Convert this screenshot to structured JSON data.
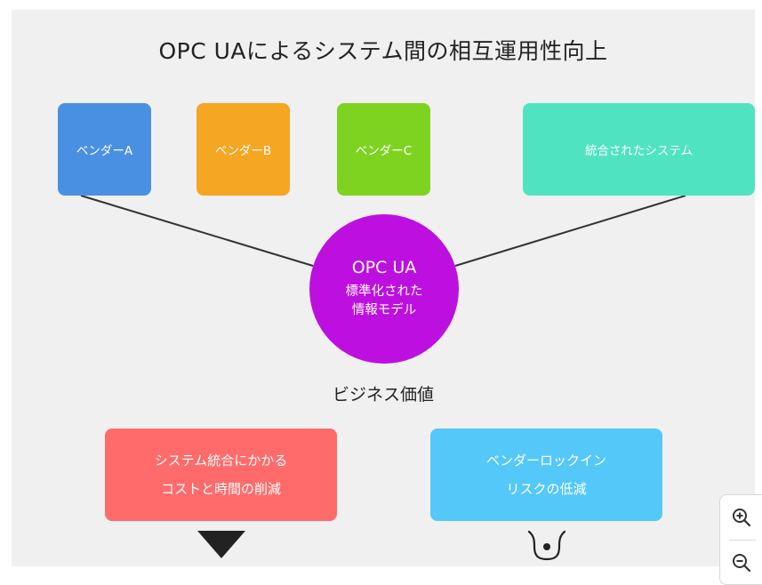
{
  "title": "OPC UAによるシステム間の相互運用性向上",
  "vendors": [
    {
      "label": "ベンダーA",
      "color": "#4a90e2"
    },
    {
      "label": "ベンダーB",
      "color": "#f5a623"
    },
    {
      "label": "ベンダーC",
      "color": "#7ed321"
    }
  ],
  "integrated_system": {
    "label": "統合されたシステム",
    "color": "#50e3c2"
  },
  "hub": {
    "title": "OPC UA",
    "subtitle_line1": "標準化された",
    "subtitle_line2": "情報モデル",
    "color": "#bd10e0"
  },
  "business_value": {
    "label": "ビジネス価値"
  },
  "benefits": [
    {
      "line1": "システム統合にかかる",
      "line2": "コストと時間の削減",
      "color": "#ff6b6b",
      "icon": "down-triangle-icon"
    },
    {
      "line1": "ベンダーロックイン",
      "line2": "リスクの低減",
      "color": "#54c8f9",
      "icon": "cup-dot-icon"
    }
  ],
  "zoom_controls": {
    "zoom_in_icon": "zoom-in-icon",
    "zoom_out_icon": "zoom-out-icon"
  }
}
